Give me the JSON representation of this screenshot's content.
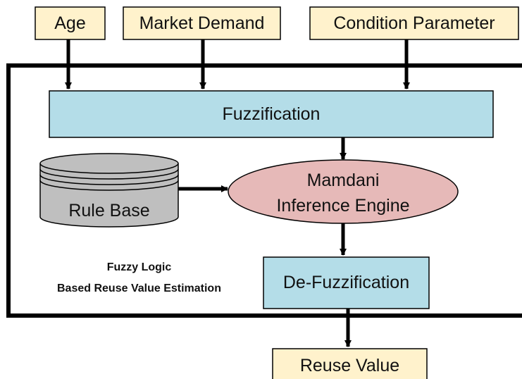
{
  "inputs": {
    "age": "Age",
    "market_demand": "Market Demand",
    "condition_parameter": "Condition Parameter"
  },
  "process": {
    "fuzzification": "Fuzzification",
    "rule_base": "Rule Base",
    "inference_line1": "Mamdani",
    "inference_line2": "Inference Engine",
    "defuzzification": "De-Fuzzification"
  },
  "system_label": {
    "line1": "Fuzzy Logic",
    "line2": "Based Reuse Value Estimation"
  },
  "output": {
    "reuse_value": "Reuse Value"
  },
  "colors": {
    "input_fill": "#FFF2CC",
    "process_fill": "#B4DDE8",
    "ellipse_fill": "#E6B9B8",
    "database_fill": "#BFBFBF",
    "stroke": "#000000"
  }
}
